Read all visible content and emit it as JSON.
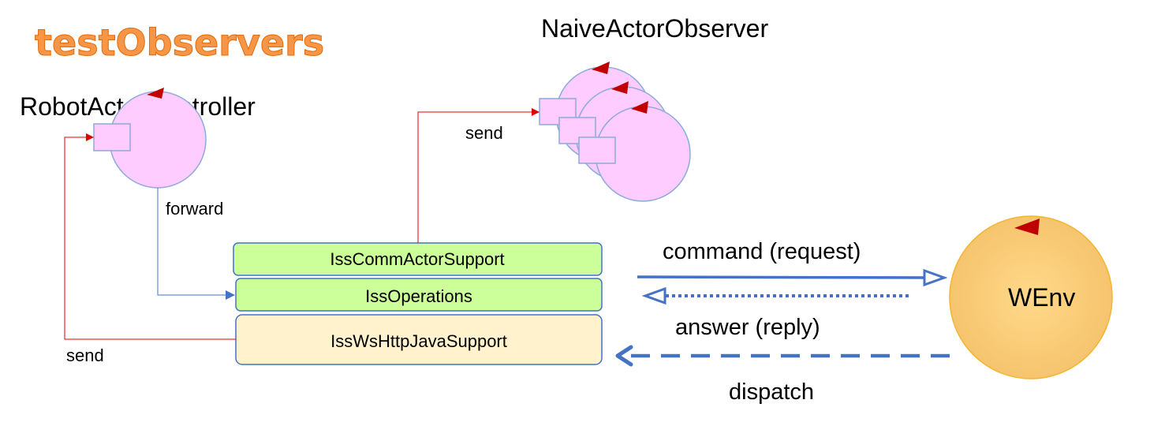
{
  "title": "testObservers",
  "actors": {
    "controller": "RobotActorController",
    "observer": "NaiveActorObserver",
    "wenv": "WEnv"
  },
  "layers": {
    "comm_actor_support": "IssCommActorSupport",
    "operations": "IssOperations",
    "ws_http_java_support": "IssWsHttpJavaSupport"
  },
  "edges": {
    "forward": "forward",
    "send_observer": "send",
    "send_controller": "send",
    "command": "command (request)",
    "answer": "answer (reply)",
    "dispatch": "dispatch"
  },
  "colors": {
    "title_fill": "#f79646",
    "actor_fill": "#ffccff",
    "actor_stroke": "#8eaadb",
    "port_fill": "#ffccff",
    "token_red": "#c00000",
    "layer_green": "#ccff99",
    "layer_cream": "#fff2cc",
    "layer_stroke": "#4472c4",
    "wenv_fill": "#ffd966",
    "wire_red": "#e00000",
    "wire_blue": "#4472c4"
  }
}
